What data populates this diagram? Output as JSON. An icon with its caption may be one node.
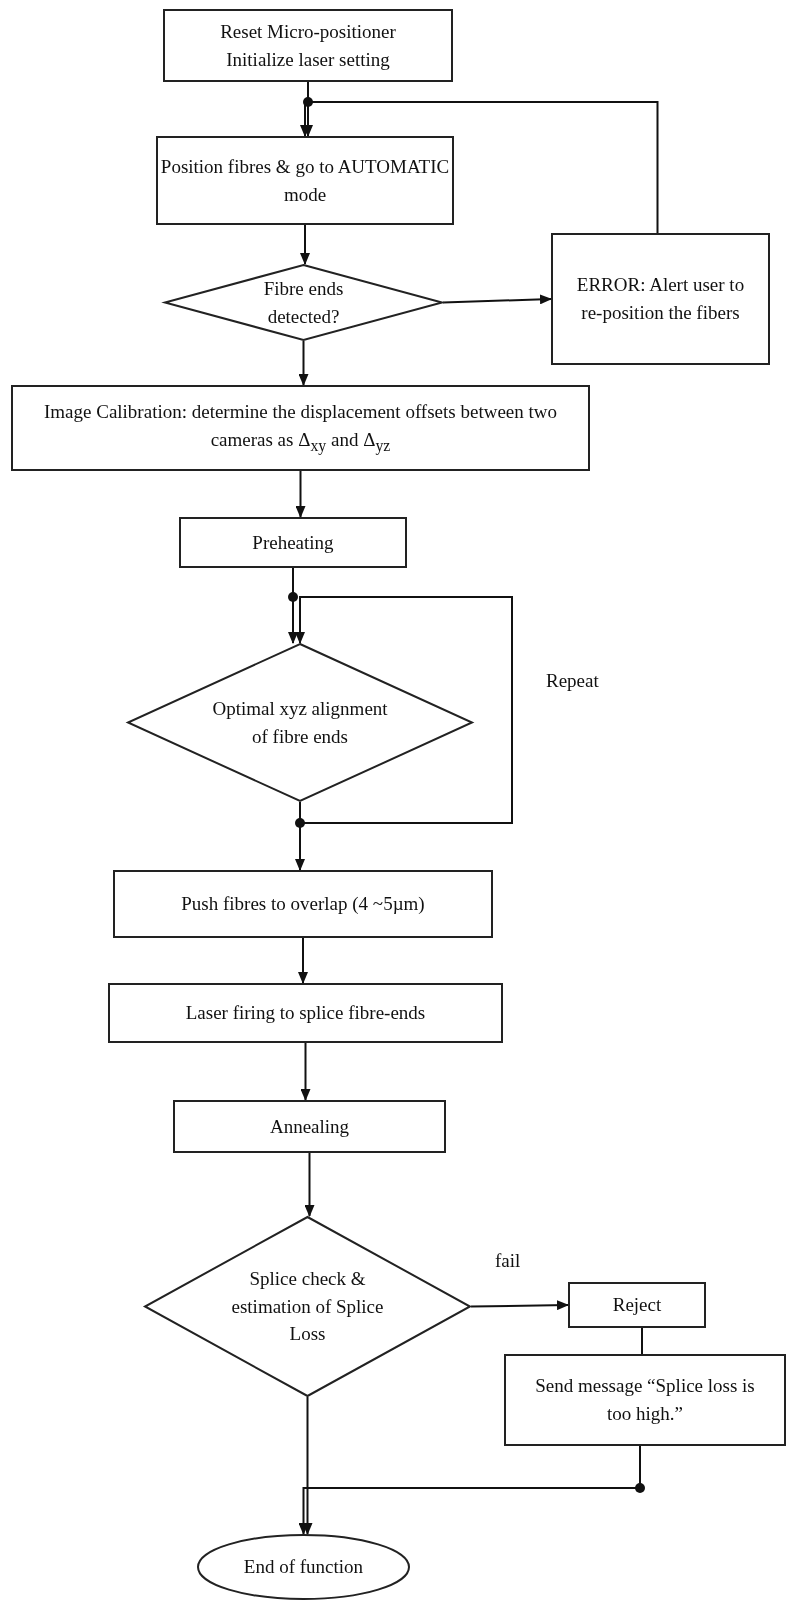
{
  "diagram": {
    "nodes": [
      {
        "text": [
          "Reset Micro-positioner",
          "Initialize laser setting"
        ]
      },
      {
        "text": [
          "Position fibres & go to AUTOMATIC mode"
        ]
      },
      {
        "text": [
          "Fibre ends detected?"
        ]
      },
      {
        "text": [
          "ERROR: Alert user to re-position the fibers"
        ]
      },
      {
        "text": [
          "Image Calibration: determine the displacement offsets between two cameras as Δ$_{xy}$ and Δ$_{yz}$"
        ]
      },
      {
        "text": [
          "Preheating"
        ]
      },
      {
        "text": [
          "Optimal xyz alignment of fibre ends"
        ]
      },
      {
        "text": [
          "Push fibres to overlap (4 ~5µm)"
        ]
      },
      {
        "text": [
          "Laser firing to splice fibre-ends"
        ]
      },
      {
        "text": [
          "Annealing"
        ]
      },
      {
        "text": [
          "Splice check & estimation of Splice Loss"
        ]
      },
      {
        "text": [
          "Reject"
        ]
      },
      {
        "text": [
          "Send message “Splice loss is too high.”"
        ]
      },
      {
        "text": [
          "End of function"
        ]
      }
    ],
    "edges": [
      {
        "from": 0,
        "to": 1,
        "arrow": "to"
      },
      {
        "from": 1,
        "to": 2,
        "arrow": "to"
      },
      {
        "from": 2,
        "to": 3,
        "arrow": "to"
      },
      {
        "from": 3,
        "to": 1,
        "arrow": "to"
      },
      {
        "from": 2,
        "to": 4,
        "arrow": "to"
      },
      {
        "from": 4,
        "to": 5,
        "arrow": "to"
      },
      {
        "from": 5,
        "to": 6,
        "arrow": "to"
      },
      {
        "from": 6,
        "to": 6,
        "arrow": "to",
        "label": "Repeat"
      },
      {
        "from": 6,
        "to": 7,
        "arrow": "to"
      },
      {
        "from": 7,
        "to": 8,
        "arrow": "to"
      },
      {
        "from": 8,
        "to": 9,
        "arrow": "to"
      },
      {
        "from": 9,
        "to": 10,
        "arrow": "to"
      },
      {
        "from": 10,
        "to": 11,
        "arrow": "to",
        "label": "fail"
      },
      {
        "from": 11,
        "to": 12,
        "arrow": "none"
      },
      {
        "from": 12,
        "to": 13,
        "arrow": "to"
      },
      {
        "from": 10,
        "to": 13,
        "arrow": "to"
      }
    ]
  }
}
